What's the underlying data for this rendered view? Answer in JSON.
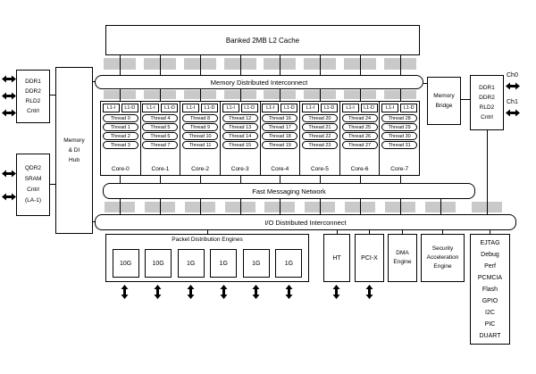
{
  "diagram": {
    "l2_cache_label": "Banked 2MB L2 Cache",
    "mdi_label": "Memory Distributed Interconnect",
    "fmn_label": "Fast Messaging Network",
    "iodi_label": "I/O Distributed Interconnect",
    "mem_hub_label": "Memory\n& DI\nHub",
    "ddr_left_label": "DDR1\nDDR2\nRLD2\nCntrl",
    "qdr_label": "QDR2\nSRAM\nCntrl\n(LA-1)",
    "mem_bridge_label": "Memory\nBridge",
    "ddr_right_label": "DDR1\nDDR2\nRLD2\nCntrl",
    "ch0_label": "Ch0",
    "ch1_label": "Ch1",
    "l1i": "L1-I",
    "l1d": "L1-D",
    "cores": [
      {
        "name": "Core-0",
        "threads": [
          "Thread 0",
          "Thread 1",
          "Thread 2",
          "Thread 3"
        ]
      },
      {
        "name": "Core-1",
        "threads": [
          "Thread 4",
          "Thread 5",
          "Thread 6",
          "Thread 7"
        ]
      },
      {
        "name": "Core-2",
        "threads": [
          "Thread 8",
          "Thread 9",
          "Thread 10",
          "Thread 11"
        ]
      },
      {
        "name": "Core-3",
        "threads": [
          "Thread 12",
          "Thread 13",
          "Thread 14",
          "Thread 15"
        ]
      },
      {
        "name": "Core-4",
        "threads": [
          "Thread 16",
          "Thread 17",
          "Thread 18",
          "Thread 19"
        ]
      },
      {
        "name": "Core-5",
        "threads": [
          "Thread 20",
          "Thread 21",
          "Thread 22",
          "Thread 23"
        ]
      },
      {
        "name": "Core-6",
        "threads": [
          "Thread 24",
          "Thread 25",
          "Thread 26",
          "Thread 27"
        ]
      },
      {
        "name": "Core-7",
        "threads": [
          "Thread 28",
          "Thread 29",
          "Thread 30",
          "Thread 31"
        ]
      }
    ],
    "pde_label": "Packet Distribution Engines",
    "ports": [
      "10G",
      "10G",
      "1G",
      "1G",
      "1G",
      "1G"
    ],
    "ht_label": "HT",
    "pcix_label": "PCI-X",
    "dma_label": "DMA\nEngine",
    "security_label": "Security\nAcceleration\nEngine",
    "peripherals_label": "EJTAG\nDebug\nPerf\nPCMCIA\nFlash\nGPIO\nI2C\nPIC\nDUART"
  },
  "colors": {
    "line": "#000000",
    "stub_fill": "#c9c9c9",
    "background": "#ffffff"
  }
}
